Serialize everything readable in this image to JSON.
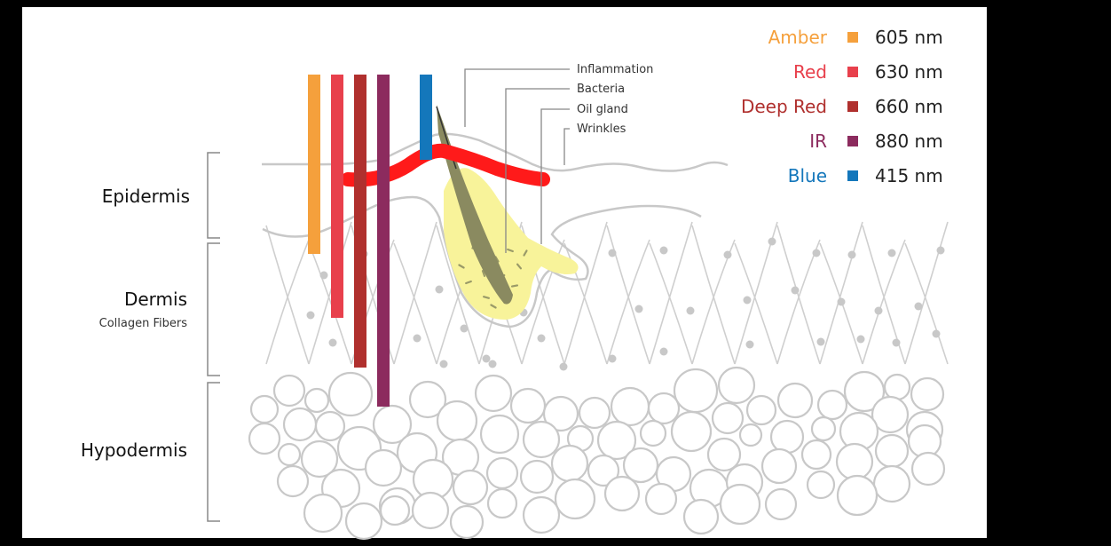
{
  "layers": {
    "epidermis": "Epidermis",
    "dermis": "Dermis",
    "dermis_sub": "Collagen Fibers",
    "hypodermis": "Hypodermis"
  },
  "callouts": {
    "inflammation": "Inflammation",
    "bacteria": "Bacteria",
    "oil_gland": "Oil gland",
    "wrinkles": "Wrinkles"
  },
  "legend": [
    {
      "name": "Amber",
      "wavelength": "605 nm",
      "color": "#f5a03c"
    },
    {
      "name": "Red",
      "wavelength": "630 nm",
      "color": "#e8404c"
    },
    {
      "name": "Deep Red",
      "wavelength": "660 nm",
      "color": "#b0302e"
    },
    {
      "name": "IR",
      "wavelength": "880 nm",
      "color": "#8c2b5e"
    },
    {
      "name": "Blue",
      "wavelength": "415 nm",
      "color": "#1477bb"
    }
  ],
  "colors": {
    "inflammation": "#ff1a1a",
    "oil_gland_fill": "#f8f39a",
    "hair": "#8a8a60",
    "tissue_line": "#c8c8c8"
  }
}
